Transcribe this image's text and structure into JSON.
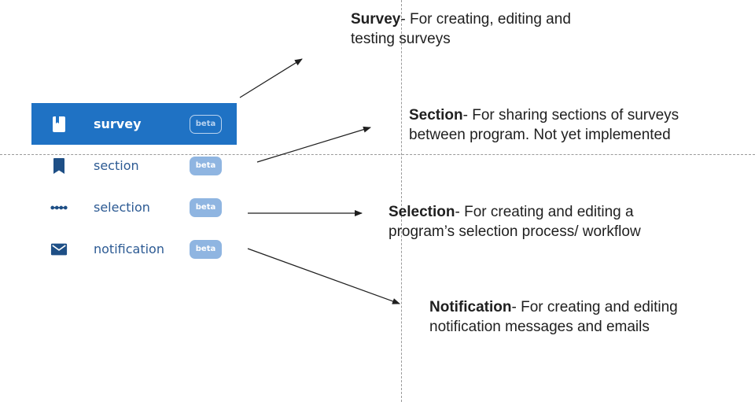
{
  "menu": {
    "items": [
      {
        "label": "survey",
        "badge": "beta",
        "icon": "book-icon",
        "active": true
      },
      {
        "label": "section",
        "badge": "beta",
        "icon": "bookmark-icon",
        "active": false
      },
      {
        "label": "selection",
        "badge": "beta",
        "icon": "dots-connected-icon",
        "active": false
      },
      {
        "label": "notification",
        "badge": "beta",
        "icon": "envelope-icon",
        "active": false
      }
    ],
    "colors": {
      "active_bg": "#1f72c4",
      "label": "#2c5a93",
      "badge": "#8fb5e1"
    }
  },
  "callouts": {
    "survey": {
      "title": "Survey",
      "text": "- For creating, editing and testing surveys"
    },
    "section": {
      "title": "Section",
      "text": "- For sharing sections of surveys between program.  Not yet implemented"
    },
    "selection": {
      "title": "Selection",
      "text": "- For creating and editing a program’s selection process/ workflow"
    },
    "notification": {
      "title": "Notification",
      "text": "- For creating and editing notification messages and emails"
    }
  }
}
